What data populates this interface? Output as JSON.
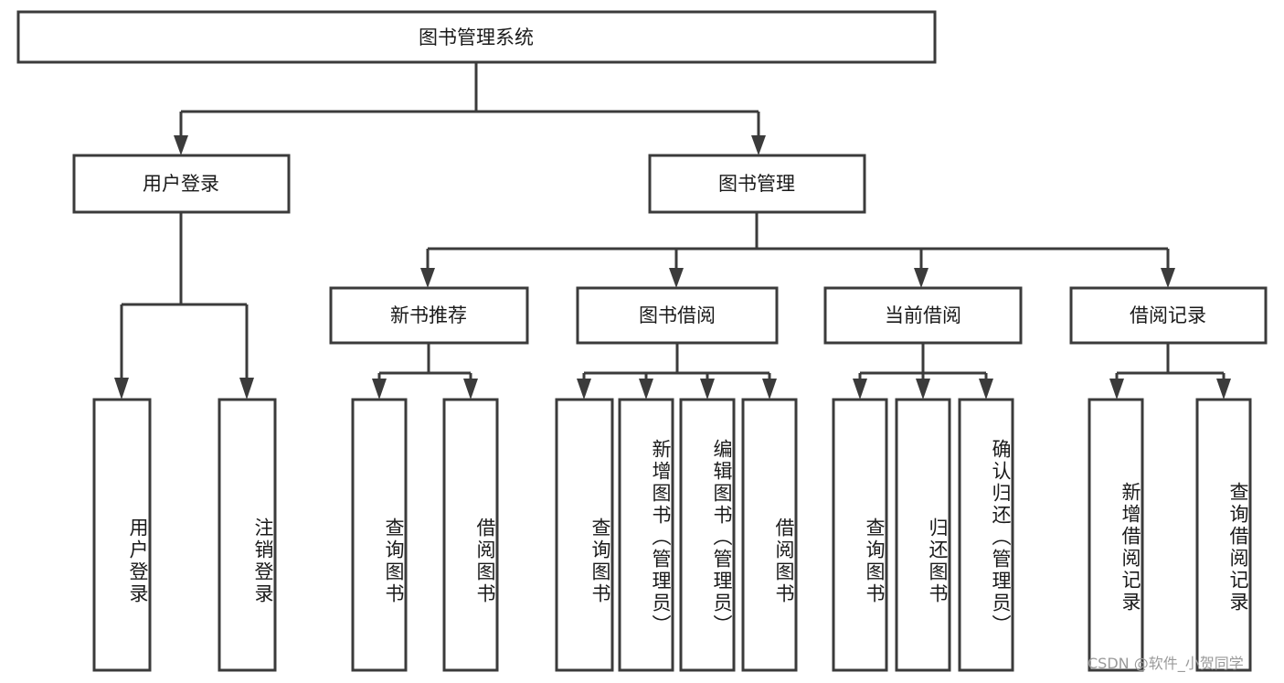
{
  "diagram": {
    "type": "tree",
    "title": "图书管理系统",
    "orientation": "top-down",
    "root": {
      "id": "root",
      "label": "图书管理系统",
      "text_direction": "horizontal"
    },
    "level2": [
      {
        "id": "user-login",
        "label": "用户登录",
        "text_direction": "horizontal"
      },
      {
        "id": "book-manage",
        "label": "图书管理",
        "text_direction": "horizontal"
      }
    ],
    "level3": [
      {
        "id": "new-book-recommend",
        "label": "新书推荐",
        "parent": "book-manage",
        "text_direction": "horizontal"
      },
      {
        "id": "book-borrow",
        "label": "图书借阅",
        "parent": "book-manage",
        "text_direction": "horizontal"
      },
      {
        "id": "current-borrow",
        "label": "当前借阅",
        "parent": "book-manage",
        "text_direction": "horizontal"
      },
      {
        "id": "borrow-record",
        "label": "借阅记录",
        "parent": "book-manage",
        "text_direction": "horizontal"
      }
    ],
    "leaves": [
      {
        "id": "leaf-user-login",
        "label": "用户登录",
        "parent": "user-login",
        "text_direction": "vertical"
      },
      {
        "id": "leaf-user-logout",
        "label": "注销登录",
        "parent": "user-login",
        "text_direction": "vertical"
      },
      {
        "id": "leaf-query-book-1",
        "label": "查询图书",
        "parent": "new-book-recommend",
        "text_direction": "vertical"
      },
      {
        "id": "leaf-borrow-book-1",
        "label": "借阅图书",
        "parent": "new-book-recommend",
        "text_direction": "vertical"
      },
      {
        "id": "leaf-query-book-2",
        "label": "查询图书",
        "parent": "book-borrow",
        "text_direction": "vertical"
      },
      {
        "id": "leaf-add-book",
        "label": "新增图书（管理员）",
        "parent": "book-borrow",
        "text_direction": "vertical"
      },
      {
        "id": "leaf-edit-book",
        "label": "编辑图书（管理员）",
        "parent": "book-borrow",
        "text_direction": "vertical"
      },
      {
        "id": "leaf-borrow-book-2",
        "label": "借阅图书",
        "parent": "book-borrow",
        "text_direction": "vertical"
      },
      {
        "id": "leaf-query-book-3",
        "label": "查询图书",
        "parent": "current-borrow",
        "text_direction": "vertical"
      },
      {
        "id": "leaf-return-book",
        "label": "归还图书",
        "parent": "current-borrow",
        "text_direction": "vertical"
      },
      {
        "id": "leaf-confirm-return",
        "label": "确认归还（管理员）",
        "parent": "current-borrow",
        "text_direction": "vertical"
      },
      {
        "id": "leaf-add-record",
        "label": "新增借阅记录",
        "parent": "borrow-record",
        "text_direction": "vertical"
      },
      {
        "id": "leaf-query-record",
        "label": "查询借阅记录",
        "parent": "borrow-record",
        "text_direction": "vertical"
      }
    ]
  },
  "watermark": {
    "text": "CSDN @软件_小贺同学"
  },
  "colors": {
    "box_stroke": "#3b3b3b",
    "box_fill": "#ffffff",
    "text": "#1a1a1a",
    "background": "#ffffff",
    "watermark": "#9a9a9a"
  }
}
